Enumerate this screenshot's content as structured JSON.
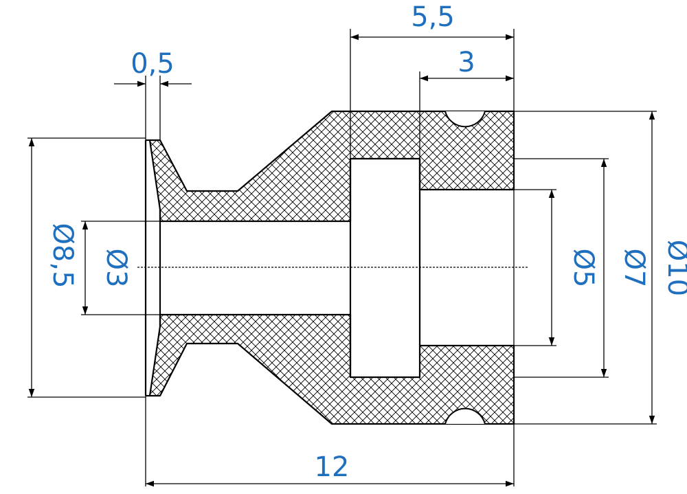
{
  "dimensions": {
    "lip_thickness": "0,5",
    "outer_step_length": "5,5",
    "inner_step_length": "3",
    "flange_diameter": "Ø8,5",
    "bore_diameter": "Ø3",
    "inner_bore_diameter": "Ø5",
    "step_diameter": "Ø7",
    "outer_diameter": "Ø10",
    "total_length": "12"
  },
  "colors": {
    "dimension_text": "#1f6fbf",
    "lines": "#000000",
    "hatch": "#000000"
  }
}
